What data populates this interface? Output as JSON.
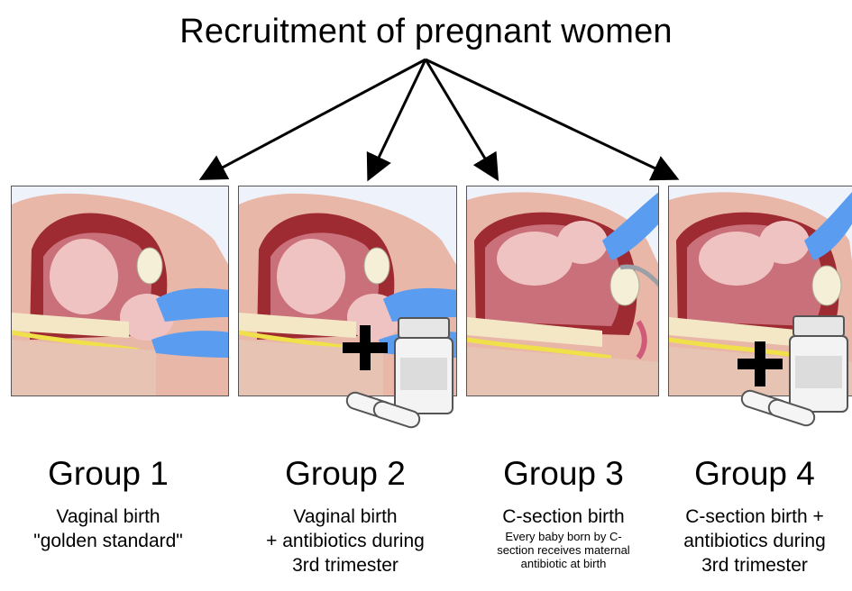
{
  "title": "Recruitment of pregnant women",
  "groups": [
    {
      "title": "Group 1",
      "desc_lines": [
        "Vaginal birth",
        "\"golden standard\""
      ],
      "note": "",
      "birth": "vaginal",
      "antibiotics": false
    },
    {
      "title": "Group 2",
      "desc_lines": [
        "Vaginal birth",
        "+ antibiotics during",
        "3rd trimester"
      ],
      "note": "",
      "birth": "vaginal",
      "antibiotics": true
    },
    {
      "title": "Group 3",
      "desc_lines": [
        "C-section birth"
      ],
      "note": "Every baby born by C-section receives maternal antibiotic at birth",
      "birth": "c-section",
      "antibiotics": false
    },
    {
      "title": "Group 4",
      "desc_lines": [
        "C-section birth +",
        "antibiotics during",
        "3rd trimester"
      ],
      "note": "",
      "birth": "c-section",
      "antibiotics": true
    }
  ],
  "icons": [
    "arrow-icon",
    "pregnant-anatomy-illustration",
    "gloved-hand-icon",
    "plus-icon",
    "pill-bottle-icon",
    "capsule-pill-icon"
  ],
  "colors": {
    "panel_bg": "#eef3fb",
    "uterus": "#9e2a32",
    "skin": "#e9b7a8",
    "baby": "#f0c3c3",
    "glove": "#5a9cf0",
    "spine": "#f0e04a"
  }
}
